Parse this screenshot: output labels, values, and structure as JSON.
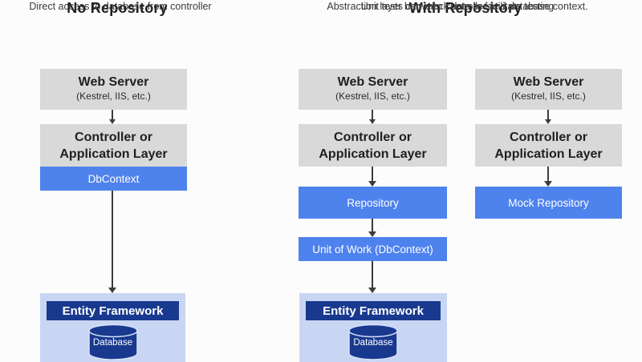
{
  "header_left": {
    "title": "No Repository",
    "subtitle": "Direct access to database from controller"
  },
  "header_right": {
    "title": "With Repository",
    "subtitle_line1": "Abstraction layer between controller and database context.",
    "subtitle_line2": "Unit tests can mock data to facilitate testing"
  },
  "col1": {
    "web_server_title": "Web Server",
    "web_server_sub": "(Kestrel, IIS, etc.)",
    "controller_line1": "Controller or",
    "controller_line2": "Application Layer",
    "dbcontext": "DbContext",
    "entity_framework": "Entity Framework",
    "database": "Database"
  },
  "col2": {
    "web_server_title": "Web Server",
    "web_server_sub": "(Kestrel, IIS, etc.)",
    "controller_line1": "Controller or",
    "controller_line2": "Application Layer",
    "repository": "Repository",
    "unit_of_work": "Unit of Work (DbContext)",
    "entity_framework": "Entity Framework",
    "database": "Database"
  },
  "col3": {
    "web_server_title": "Web Server",
    "web_server_sub": "(Kestrel, IIS, etc.)",
    "controller_line1": "Controller or",
    "controller_line2": "Application Layer",
    "mock_repository": "Mock Repository"
  },
  "colors": {
    "gray_box": "#d9d9d9",
    "blue_box": "#4e82ec",
    "light_blue_container": "#c9d6f3",
    "navy": "#19398f",
    "arrow": "#3c3c3c",
    "background": "#fcfcfc"
  }
}
